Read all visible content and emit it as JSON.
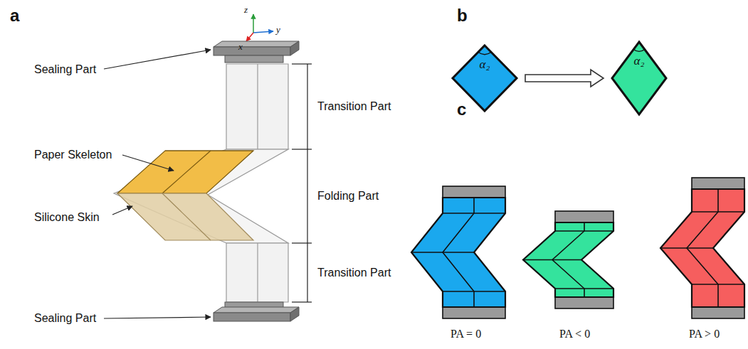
{
  "diagram": {
    "nodes": [
      {
        "text": [
          "α₂"
        ]
      },
      {
        "text": [
          "α₂"
        ]
      }
    ],
    "edges": [
      {
        "from": 0,
        "to": 1,
        "arrow": "to"
      }
    ],
    "labels": [
      "a",
      "b",
      "c",
      "Sealing Part",
      "Transition Part",
      "Paper Skeleton",
      "Folding Part",
      "Silicone Skin",
      "Transition Part",
      "Sealing Part",
      "z",
      "y",
      "x",
      "PA = 0",
      "PA < 0",
      "PA > 0"
    ]
  }
}
